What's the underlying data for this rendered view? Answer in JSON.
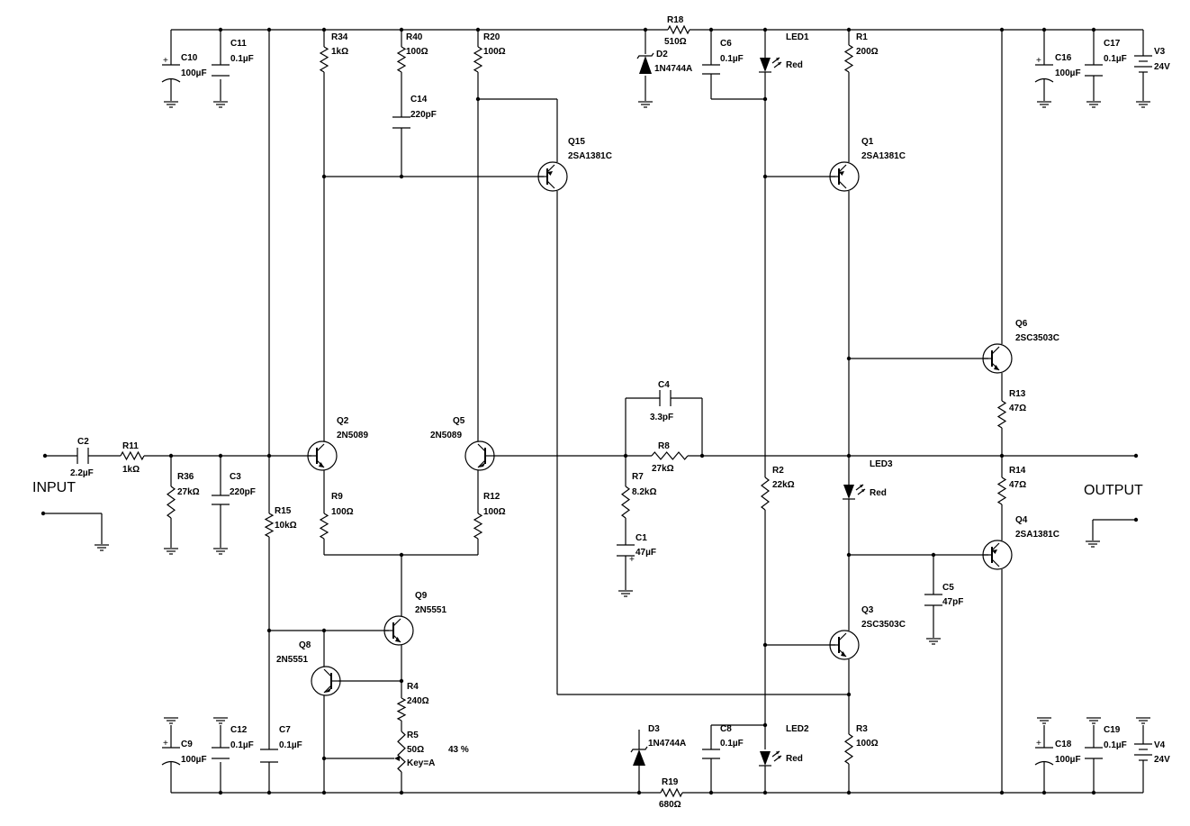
{
  "ports": {
    "input": "INPUT",
    "output": "OUTPUT"
  },
  "components": {
    "C2": [
      "C2",
      "2.2µF"
    ],
    "R11": [
      "R11",
      "1kΩ"
    ],
    "R36": [
      "R36",
      "27kΩ"
    ],
    "C3": [
      "C3",
      "220pF"
    ],
    "C10": [
      "C10",
      "100µF"
    ],
    "C11": [
      "C11",
      "0.1µF"
    ],
    "C9": [
      "C9",
      "100µF"
    ],
    "C12": [
      "C12",
      "0.1µF"
    ],
    "C7": [
      "C7",
      "0.1µF"
    ],
    "R15": [
      "R15",
      "10kΩ"
    ],
    "R34": [
      "R34",
      "1kΩ"
    ],
    "R40": [
      "R40",
      "100Ω"
    ],
    "C14": [
      "C14",
      "220pF"
    ],
    "R20": [
      "R20",
      "100Ω"
    ],
    "Q15": [
      "Q15",
      "2SA1381C"
    ],
    "R18": [
      "R18",
      "510Ω"
    ],
    "D2": [
      "D2",
      "1N4744A"
    ],
    "C6": [
      "C6",
      "0.1µF"
    ],
    "LED1": [
      "LED1",
      "Red"
    ],
    "R1": [
      "R1",
      "200Ω"
    ],
    "Q1": [
      "Q1",
      "2SA1381C"
    ],
    "C16": [
      "C16",
      "100µF"
    ],
    "C17": [
      "C17",
      "0.1µF"
    ],
    "V3": [
      "V3",
      "24V"
    ],
    "Q6": [
      "Q6",
      "2SC3503C"
    ],
    "R13": [
      "R13",
      "47Ω"
    ],
    "R14": [
      "R14",
      "47Ω"
    ],
    "Q4": [
      "Q4",
      "2SA1381C"
    ],
    "C5": [
      "C5",
      "47pF"
    ],
    "Q3": [
      "Q3",
      "2SC3503C"
    ],
    "R3": [
      "R3",
      "100Ω"
    ],
    "C18": [
      "C18",
      "100µF"
    ],
    "C19": [
      "C19",
      "0.1µF"
    ],
    "V4": [
      "V4",
      "24V"
    ],
    "LED3": [
      "LED3",
      "Red"
    ],
    "R2": [
      "R2",
      "22kΩ"
    ],
    "C4": [
      "C4",
      "3.3pF"
    ],
    "R8": [
      "R8",
      "27kΩ"
    ],
    "R7": [
      "R7",
      "8.2kΩ"
    ],
    "C1": [
      "C1",
      "47µF"
    ],
    "Q2": [
      "Q2",
      "2N5089"
    ],
    "Q5": [
      "Q5",
      "2N5089"
    ],
    "R9": [
      "R9",
      "100Ω"
    ],
    "R12": [
      "R12",
      "100Ω"
    ],
    "Q9": [
      "Q9",
      "2N5551"
    ],
    "Q8": [
      "Q8",
      "2N5551"
    ],
    "R4": [
      "R4",
      "240Ω"
    ],
    "R5": [
      "R5",
      "50Ω",
      "Key=A",
      "43 %"
    ],
    "D3": [
      "D3",
      "1N4744A"
    ],
    "C8": [
      "C8",
      "0.1µF"
    ],
    "LED2": [
      "LED2",
      "Red"
    ],
    "R19": [
      "R19",
      "680Ω"
    ]
  }
}
